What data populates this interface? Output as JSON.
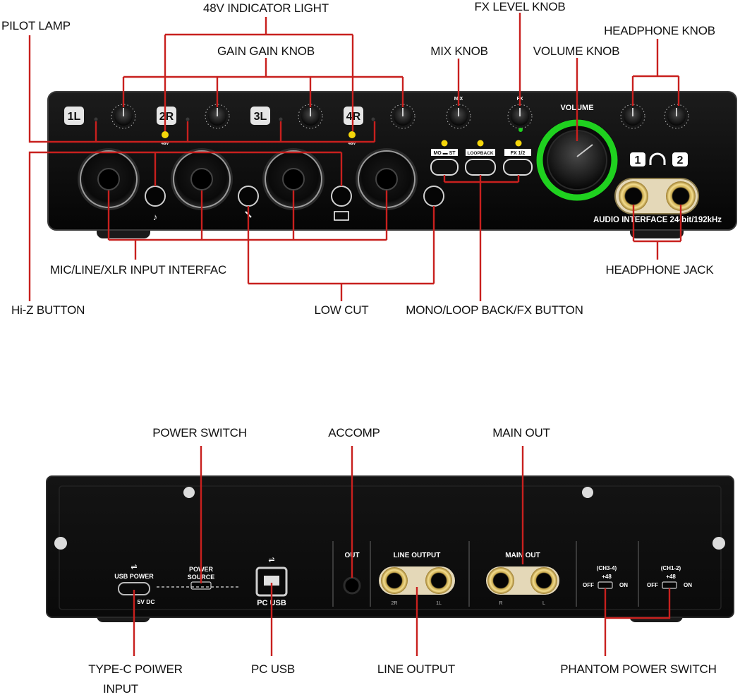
{
  "front_panel": {
    "channels": [
      "1L",
      "2R",
      "3L",
      "4R"
    ],
    "phantom_48v": [
      "48V",
      "48V"
    ],
    "mix_label": "MIX",
    "fx_label": "FX",
    "volume_label": "VOLUME",
    "buttons": [
      "MO ▬ ST",
      "LOOPBACK",
      "FX 1/2"
    ],
    "headphone_numbers": [
      "1",
      "2"
    ],
    "brand_text": "AUDIO INTERFACE 24-bit/192kHz"
  },
  "rear_panel": {
    "usb_power": "USB POWER",
    "power_5v": "5V DC",
    "power_source": [
      "POWER",
      "SOURCE"
    ],
    "pc_usb": "PC USB",
    "out": "OUT",
    "line_output": "LINE OUTPUT",
    "line_jacks": [
      "2R",
      "1L"
    ],
    "main_out": "MAIN OUT",
    "main_jacks": [
      "R",
      "L"
    ],
    "phantom_groups": [
      {
        "label": "(CH3-4)",
        "value": "+48",
        "off": "OFF",
        "on": "ON"
      },
      {
        "label": "(CH1-2)",
        "value": "+48",
        "off": "OFF",
        "on": "ON"
      }
    ]
  },
  "callouts": {
    "indicator_48v": "48V INDICATOR LIGHT",
    "fx_level_knob": "FX LEVEL KNOB",
    "pilot_lamp": "PILOT LAMP",
    "headphone_knob": "HEADPHONE KNOB",
    "gain_knob": "GAIN GAIN KNOB",
    "mix_knob": "MIX KNOB",
    "volume_knob": "VOLUME KNOB",
    "mic_line_xlr": "MIC/LINE/XLR INPUT INTERFAC",
    "headphone_jack": "HEADPHONE JACK",
    "hiz_button": "Hi-Z BUTTON",
    "low_cut": "LOW CUT",
    "mono_loop_fx": "MONO/LOOP BACK/FX BUTTON",
    "power_switch": "POWER SWITCH",
    "accomp": "ACCOMP",
    "main_out": "MAIN OUT",
    "typec_line1": "TYPE-C POIWER",
    "typec_line2": "INPUT",
    "pc_usb": "PC USB",
    "line_output": "LINE OUTPUT",
    "phantom_power_switch": "PHANTOM POWER SWITCH"
  },
  "colors": {
    "leader_line": "#c8201e",
    "indicator_led": "#f5d60a",
    "volume_ring": "#1fd11f",
    "panel_body": "#0d0d0d"
  }
}
